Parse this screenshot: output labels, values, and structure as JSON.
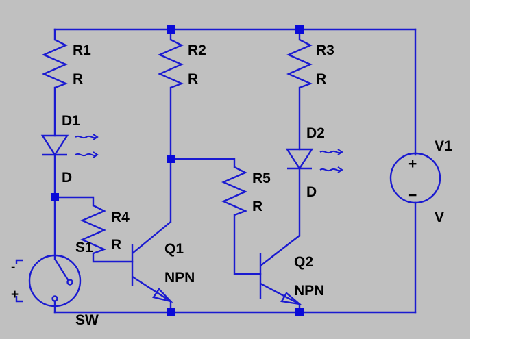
{
  "colors": {
    "background": "#c0c0c0",
    "wire": "#1a1ad0",
    "node": "#0a0ad8",
    "text": "#000000"
  },
  "components": {
    "R1": {
      "name": "R1",
      "value": "R"
    },
    "R2": {
      "name": "R2",
      "value": "R"
    },
    "R3": {
      "name": "R3",
      "value": "R"
    },
    "R4": {
      "name": "R4",
      "value": "R"
    },
    "R5": {
      "name": "R5",
      "value": "R"
    },
    "D1": {
      "name": "D1",
      "value": "D"
    },
    "D2": {
      "name": "D2",
      "value": "D"
    },
    "V1": {
      "name": "V1",
      "value": "V"
    },
    "Q1": {
      "name": "Q1",
      "value": "NPN"
    },
    "Q2": {
      "name": "Q2",
      "value": "NPN"
    },
    "S1": {
      "name": "S1",
      "value": "SW"
    }
  },
  "symbols": {
    "v1_plus": "+",
    "v1_minus": "−",
    "s1_minus": "-",
    "s1_plus": "+"
  }
}
